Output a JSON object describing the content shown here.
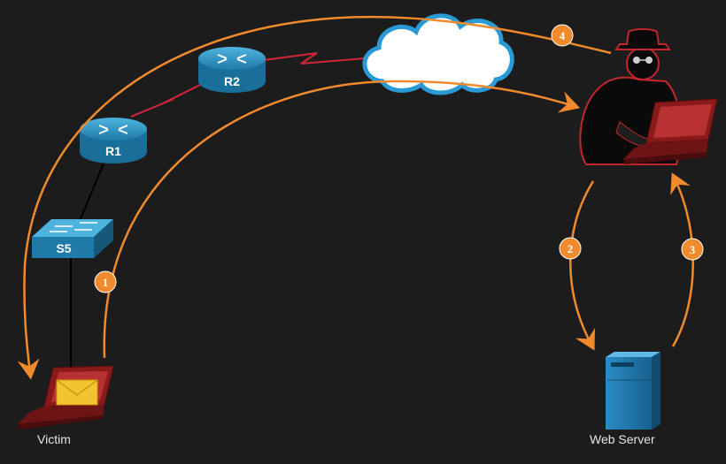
{
  "devices": {
    "r1": "R1",
    "r2": "R2",
    "s5": "S5"
  },
  "labels": {
    "victim": "Victim",
    "web_server": "Web Server"
  },
  "steps": [
    "1",
    "2",
    "3",
    "4"
  ],
  "colors": {
    "background": "#1c1c1c",
    "arrow": "#f08a2c",
    "wan_link": "#d0283a",
    "device_blue": "#1f7aa8",
    "laptop_red": "#8a1a1a",
    "envelope": "#f2c530",
    "cloud_outline": "#2a9ad6"
  },
  "icons": {
    "victim": "laptop-email-icon",
    "attacker": "hacker-laptop-icon",
    "server": "server-icon",
    "cloud": "cloud-icon"
  }
}
